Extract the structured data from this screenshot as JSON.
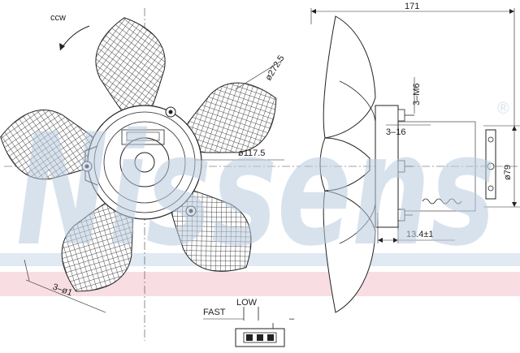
{
  "drawing": {
    "rotation_label": "ccw",
    "dims": {
      "outer_diameter": "ø272.5",
      "inner_diameter": "ø117.5",
      "holes_front": "3–ø1",
      "overall_width": "171",
      "bolts": "3–M6",
      "studs": "3–16",
      "motor_diameter": "ø79",
      "offset": "13.4±1"
    },
    "connector": {
      "fast": "FAST",
      "low": "LOW",
      "ground": "–"
    }
  },
  "watermark": {
    "text": "Nissens",
    "registered": "®",
    "color": "#b9cbe0",
    "band_color": "#f4c8d0"
  }
}
